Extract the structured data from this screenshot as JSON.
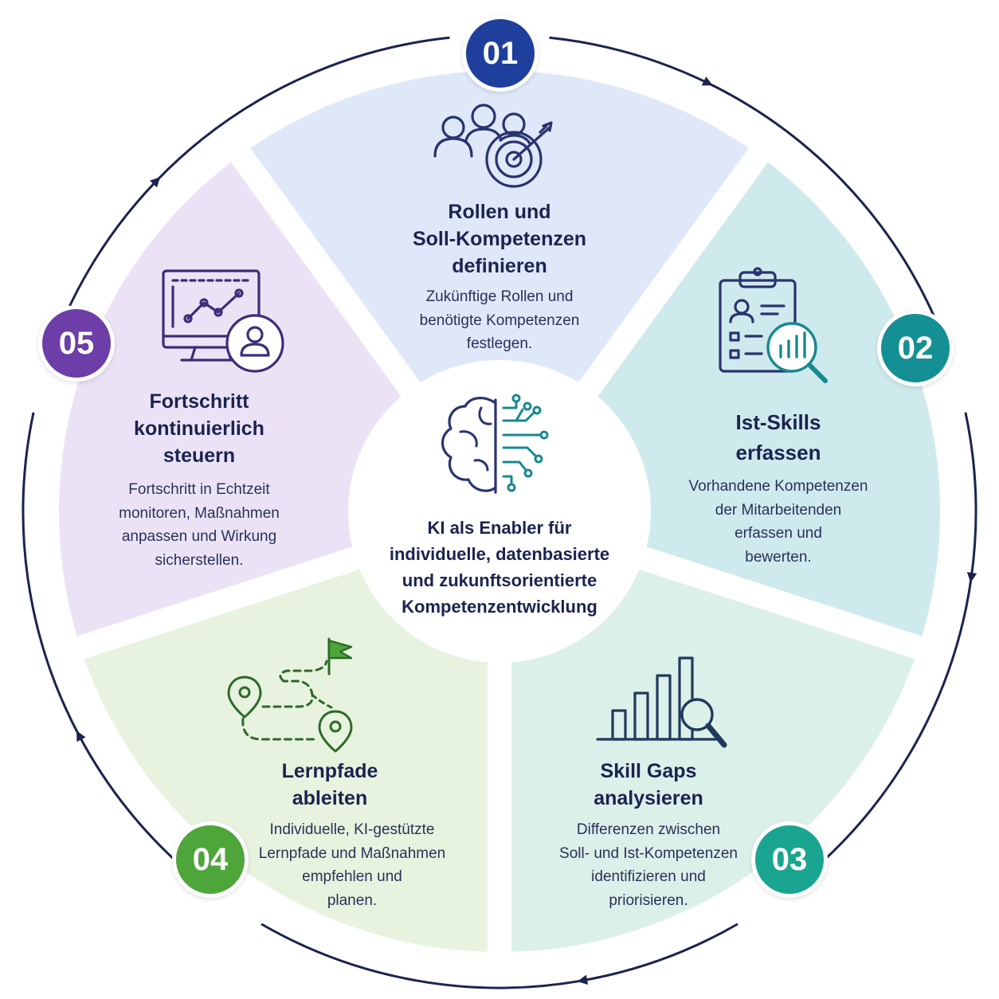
{
  "center": {
    "text": "KI als Enabler für\nindividuelle, datenbasierte\nund zukunftsorientierte\nKompetenzentwicklung",
    "icon": "brain-circuit-icon"
  },
  "steps": [
    {
      "number": "01",
      "title": "Rollen und\nSoll-Kompetenzen\ndefinieren",
      "description": "Zukünftige Rollen und\nbenötigte Kompetenzen\nfestlegen.",
      "icon": "people-target-icon",
      "color": "#1f3f9c",
      "fill": "#dfe8f8"
    },
    {
      "number": "02",
      "title": "Ist-Skills\nerfassen",
      "description": "Vorhandene Kompetenzen\nder Mitarbeitenden\nerfassen und\nbewerten.",
      "icon": "clipboard-analysis-icon",
      "color": "#148f94",
      "fill": "#cfeaed"
    },
    {
      "number": "03",
      "title": "Skill Gaps\nanalysieren",
      "description": "Differenzen zwischen\nSoll- und Ist-Kompetenzen\nidentifizieren und\npriorisieren.",
      "icon": "bar-chart-magnifier-icon",
      "color": "#1aa591",
      "fill": "#dcf0ea"
    },
    {
      "number": "04",
      "title": "Lernpfade\nableiten",
      "description": "Individuelle, KI-gestützte\nLernpfade und Maßnahmen\nempfehlen und\nplanen.",
      "icon": "learning-path-icon",
      "color": "#4ea53a",
      "fill": "#e7f3df"
    },
    {
      "number": "05",
      "title": "Fortschritt\nkontinuierlich\nsteuern",
      "description": "Fortschritt in Echtzeit\nmonitoren, Maßnahmen\nanpassen und Wirkung\nsicherstellen.",
      "icon": "monitor-progress-icon",
      "color": "#6d3ea8",
      "fill": "#ebe3f5"
    }
  ],
  "colors": {
    "ring": "#1b2350",
    "icon_navy": "#2a3370",
    "icon_teal": "#17898e"
  }
}
